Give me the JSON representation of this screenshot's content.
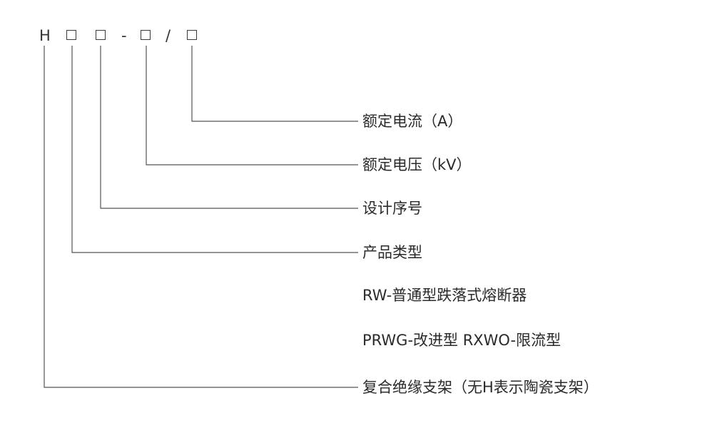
{
  "model_code": {
    "prefix": "H",
    "dash": "-",
    "slash": "/"
  },
  "labels": {
    "rated_current": "额定电流（A）",
    "rated_voltage": "额定电压（kV）",
    "design_serial": "设计序号",
    "product_type": "产品类型",
    "type_rw": "RW-普通型跌落式熔断器",
    "type_prwg_rxwo": "PRWG-改进型 RXWO-限流型",
    "composite_support": "复合绝缘支架（无H表示陶瓷支架）"
  }
}
